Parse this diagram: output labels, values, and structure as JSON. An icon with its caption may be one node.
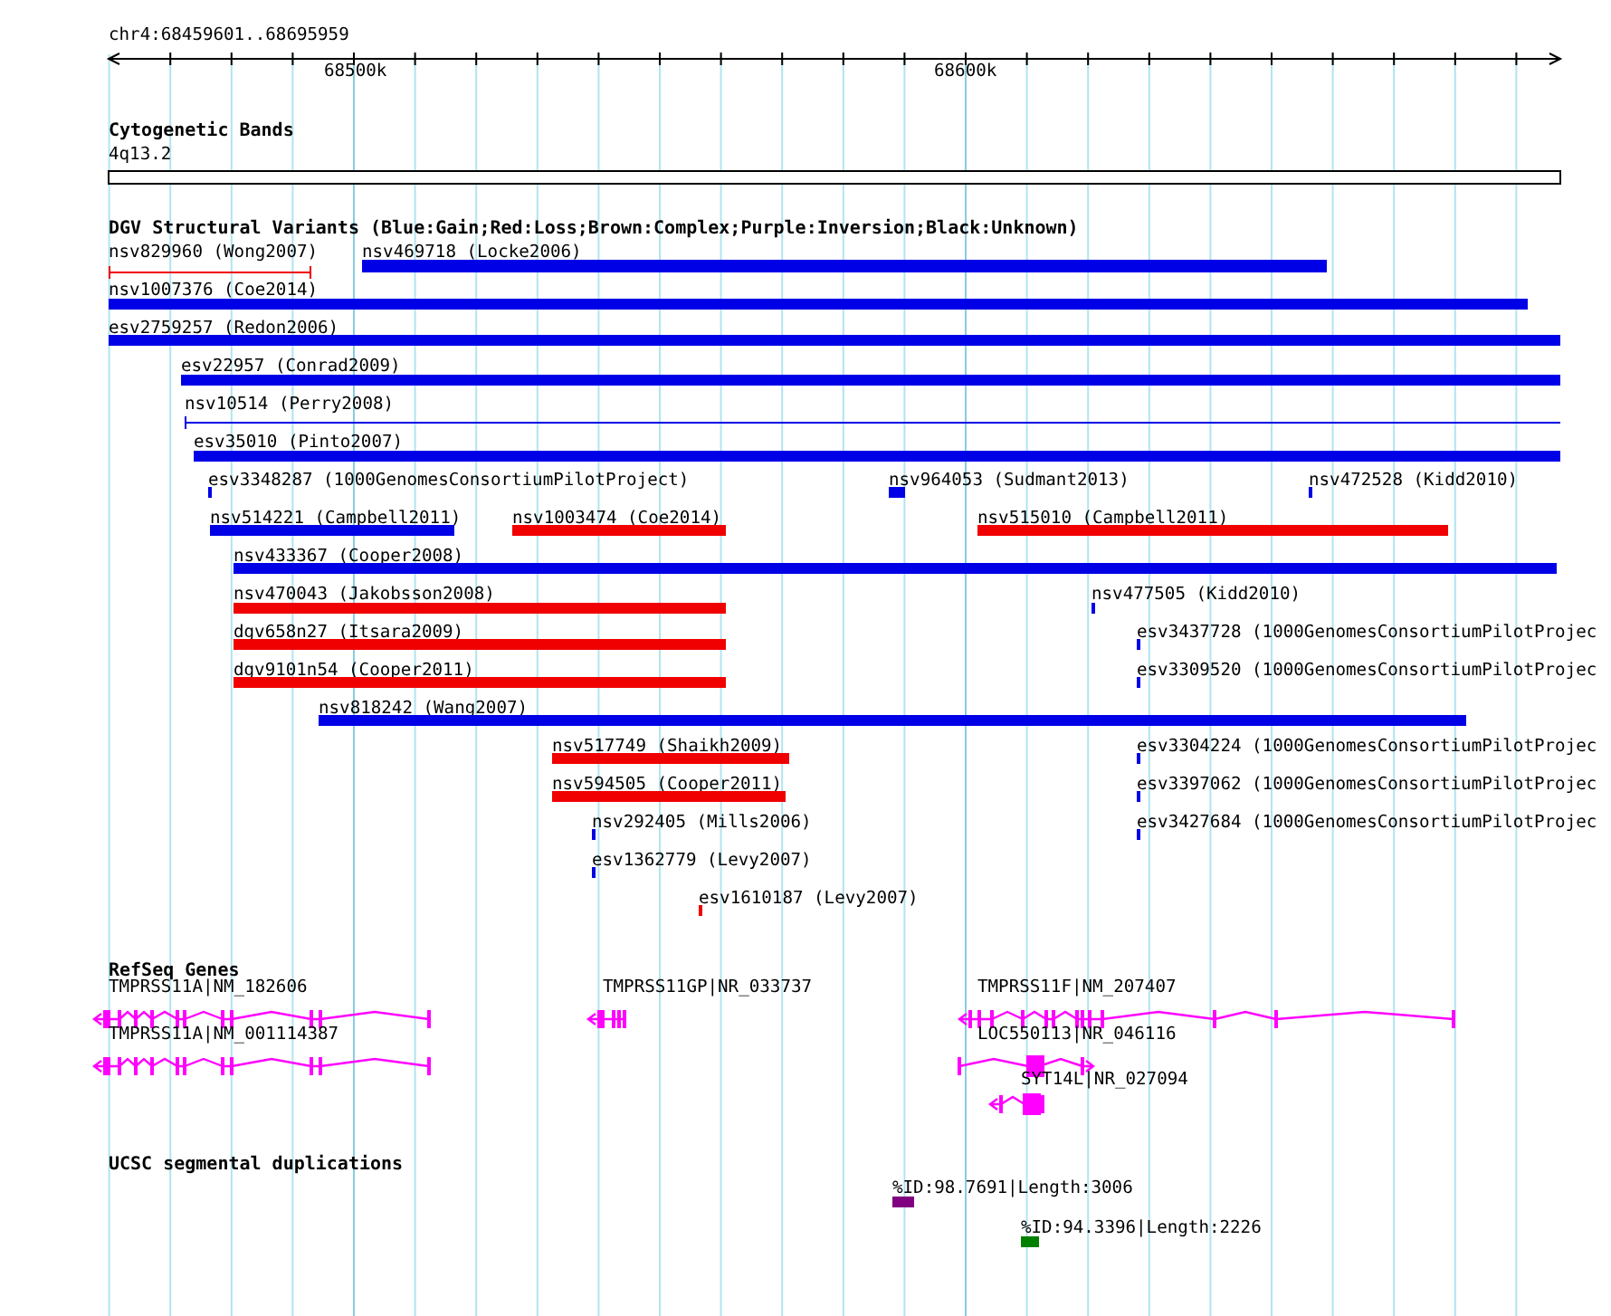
{
  "diagram": {
    "title": "chr4:68459601..68695959",
    "nodes": [
      {
        "text": [
          "nsv829960 (Wong2007)"
        ]
      },
      {
        "text": [
          "nsv469718 (Locke2006)"
        ]
      },
      {
        "text": [
          "nsv1007376 (Coe2014)"
        ]
      },
      {
        "text": [
          "esv2759257 (Redon2006)"
        ]
      },
      {
        "text": [
          "esv22957 (Conrad2009)"
        ]
      },
      {
        "text": [
          "nsv10514 (Perry2008)"
        ]
      },
      {
        "text": [
          "esv35010 (Pinto2007)"
        ]
      },
      {
        "text": [
          "esv3348287 (1000GenomesConsortiumPilotProject)"
        ]
      },
      {
        "text": [
          "nsv964053 (Sudmant2013)"
        ]
      },
      {
        "text": [
          "nsv472528 (Kidd2010)"
        ]
      },
      {
        "text": [
          "nsv514221 (Campbell2011)"
        ]
      },
      {
        "text": [
          "nsv1003474 (Coe2014)"
        ]
      },
      {
        "text": [
          "nsv515010 (Campbell2011)"
        ]
      },
      {
        "text": [
          "nsv433367 (Cooper2008)"
        ]
      },
      {
        "text": [
          "nsv470043 (Jakobsson2008)"
        ]
      },
      {
        "text": [
          "nsv477505 (Kidd2010)"
        ]
      },
      {
        "text": [
          "dgv658n27 (Itsara2009)"
        ]
      },
      {
        "text": [
          "esv3437728 (1000GenomesConsortiumPilotProjec"
        ]
      },
      {
        "text": [
          "dgv9101n54 (Cooper2011)"
        ]
      },
      {
        "text": [
          "esv3309520 (1000GenomesConsortiumPilotProjec"
        ]
      },
      {
        "text": [
          "nsv818242 (Wang2007)"
        ]
      },
      {
        "text": [
          "nsv517749 (Shaikh2009)"
        ]
      },
      {
        "text": [
          "esv3304224 (1000GenomesConsortiumPilotProjec"
        ]
      },
      {
        "text": [
          "nsv594505 (Cooper2011)"
        ]
      },
      {
        "text": [
          "esv3397062 (1000GenomesConsortiumPilotProjec"
        ]
      },
      {
        "text": [
          "nsv292405 (Mills2006)"
        ]
      },
      {
        "text": [
          "esv3427684 (1000GenomesConsortiumPilotProjec"
        ]
      },
      {
        "text": [
          "esv1362779 (Levy2007)"
        ]
      },
      {
        "text": [
          "esv1610187 (Levy2007)"
        ]
      },
      {
        "text": [
          "TMPRSS11A|NM_182606"
        ]
      },
      {
        "text": [
          "TMPRSS11A|NM_001114387"
        ]
      },
      {
        "text": [
          "TMPRSS11GP|NR_033737"
        ]
      },
      {
        "text": [
          "TMPRSS11F|NM_207407"
        ]
      },
      {
        "text": [
          "LOC550113|NR_046116"
        ]
      },
      {
        "text": [
          "SYT14L|NR_027094"
        ]
      },
      {
        "text": [
          "%ID:98.7691|Length:3006"
        ]
      },
      {
        "text": [
          "%ID:94.3396|Length:2226"
        ]
      }
    ],
    "labels": [
      "68500k",
      "68600k",
      "Cytogenetic Bands",
      "4q13.2",
      "DGV Structural Variants (Blue:Gain;Red:Loss;Brown:Complex;Purple:Inversion;Black:Unknown)",
      "RefSeq Genes",
      "UCSC segmental duplications"
    ]
  }
}
